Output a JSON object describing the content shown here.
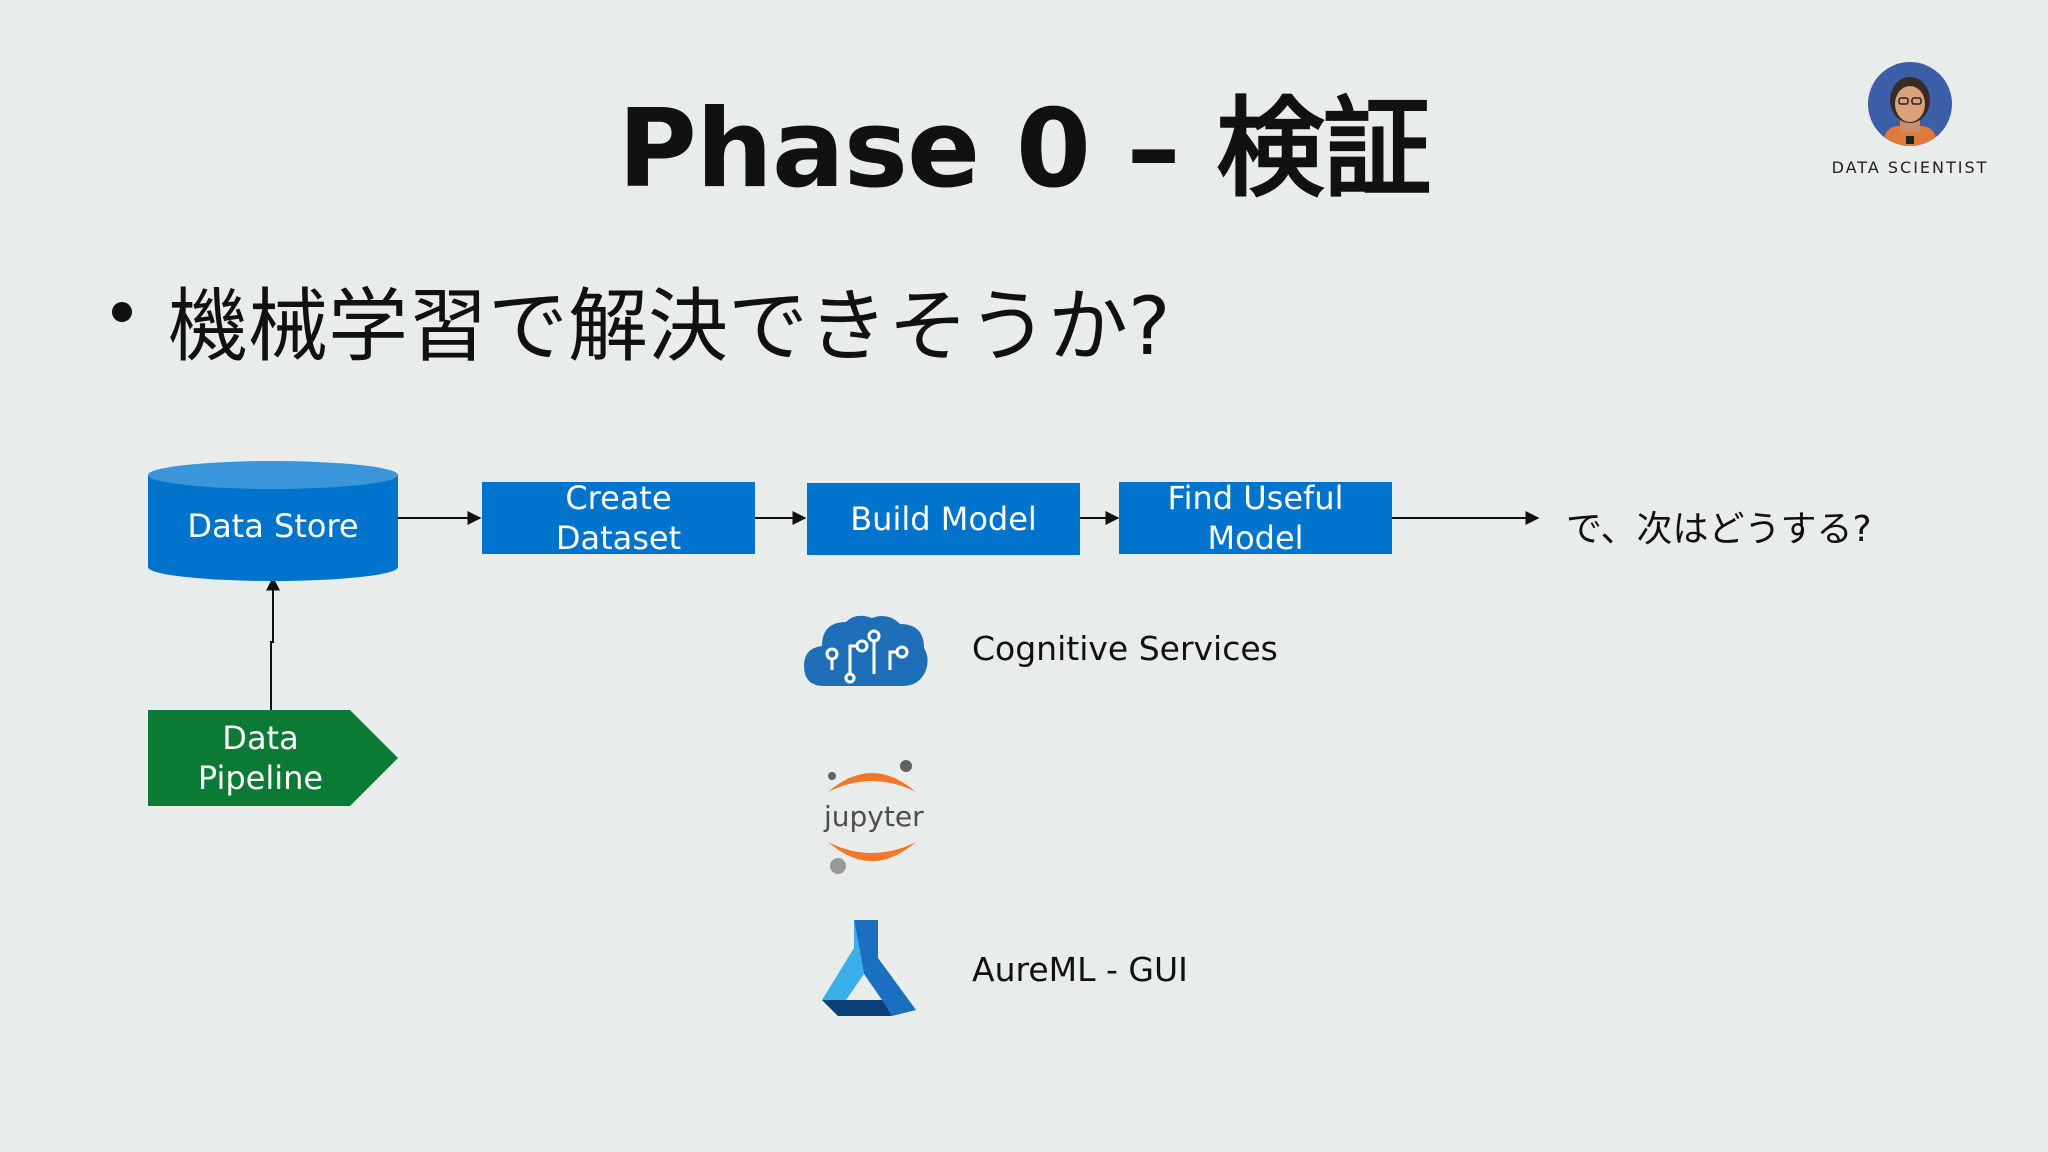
{
  "slide": {
    "title": "Phase 0 – 検証",
    "role_label": "DATA SCIENTIST",
    "bullet": "機械学習で解決できそうか?"
  },
  "diagram": {
    "data_store": "Data Store",
    "data_pipeline": [
      "Data",
      "Pipeline"
    ],
    "create_dataset": [
      "Create",
      "Dataset"
    ],
    "build_model": "Build Model",
    "find_useful_model": [
      "Find Useful",
      "Model"
    ],
    "next_question": "で、次はどうする?"
  },
  "tools": [
    {
      "icon": "cognitive-services-icon",
      "label": "Cognitive Services"
    },
    {
      "icon": "jupyter-icon",
      "label": "jupyter"
    },
    {
      "icon": "azureml-icon",
      "label": "AureML - GUI"
    }
  ],
  "colors": {
    "background": "#e8eceb",
    "box_blue": "#0074cc",
    "pipeline_green": "#0b7a34",
    "jupyter_orange": "#f37726"
  }
}
